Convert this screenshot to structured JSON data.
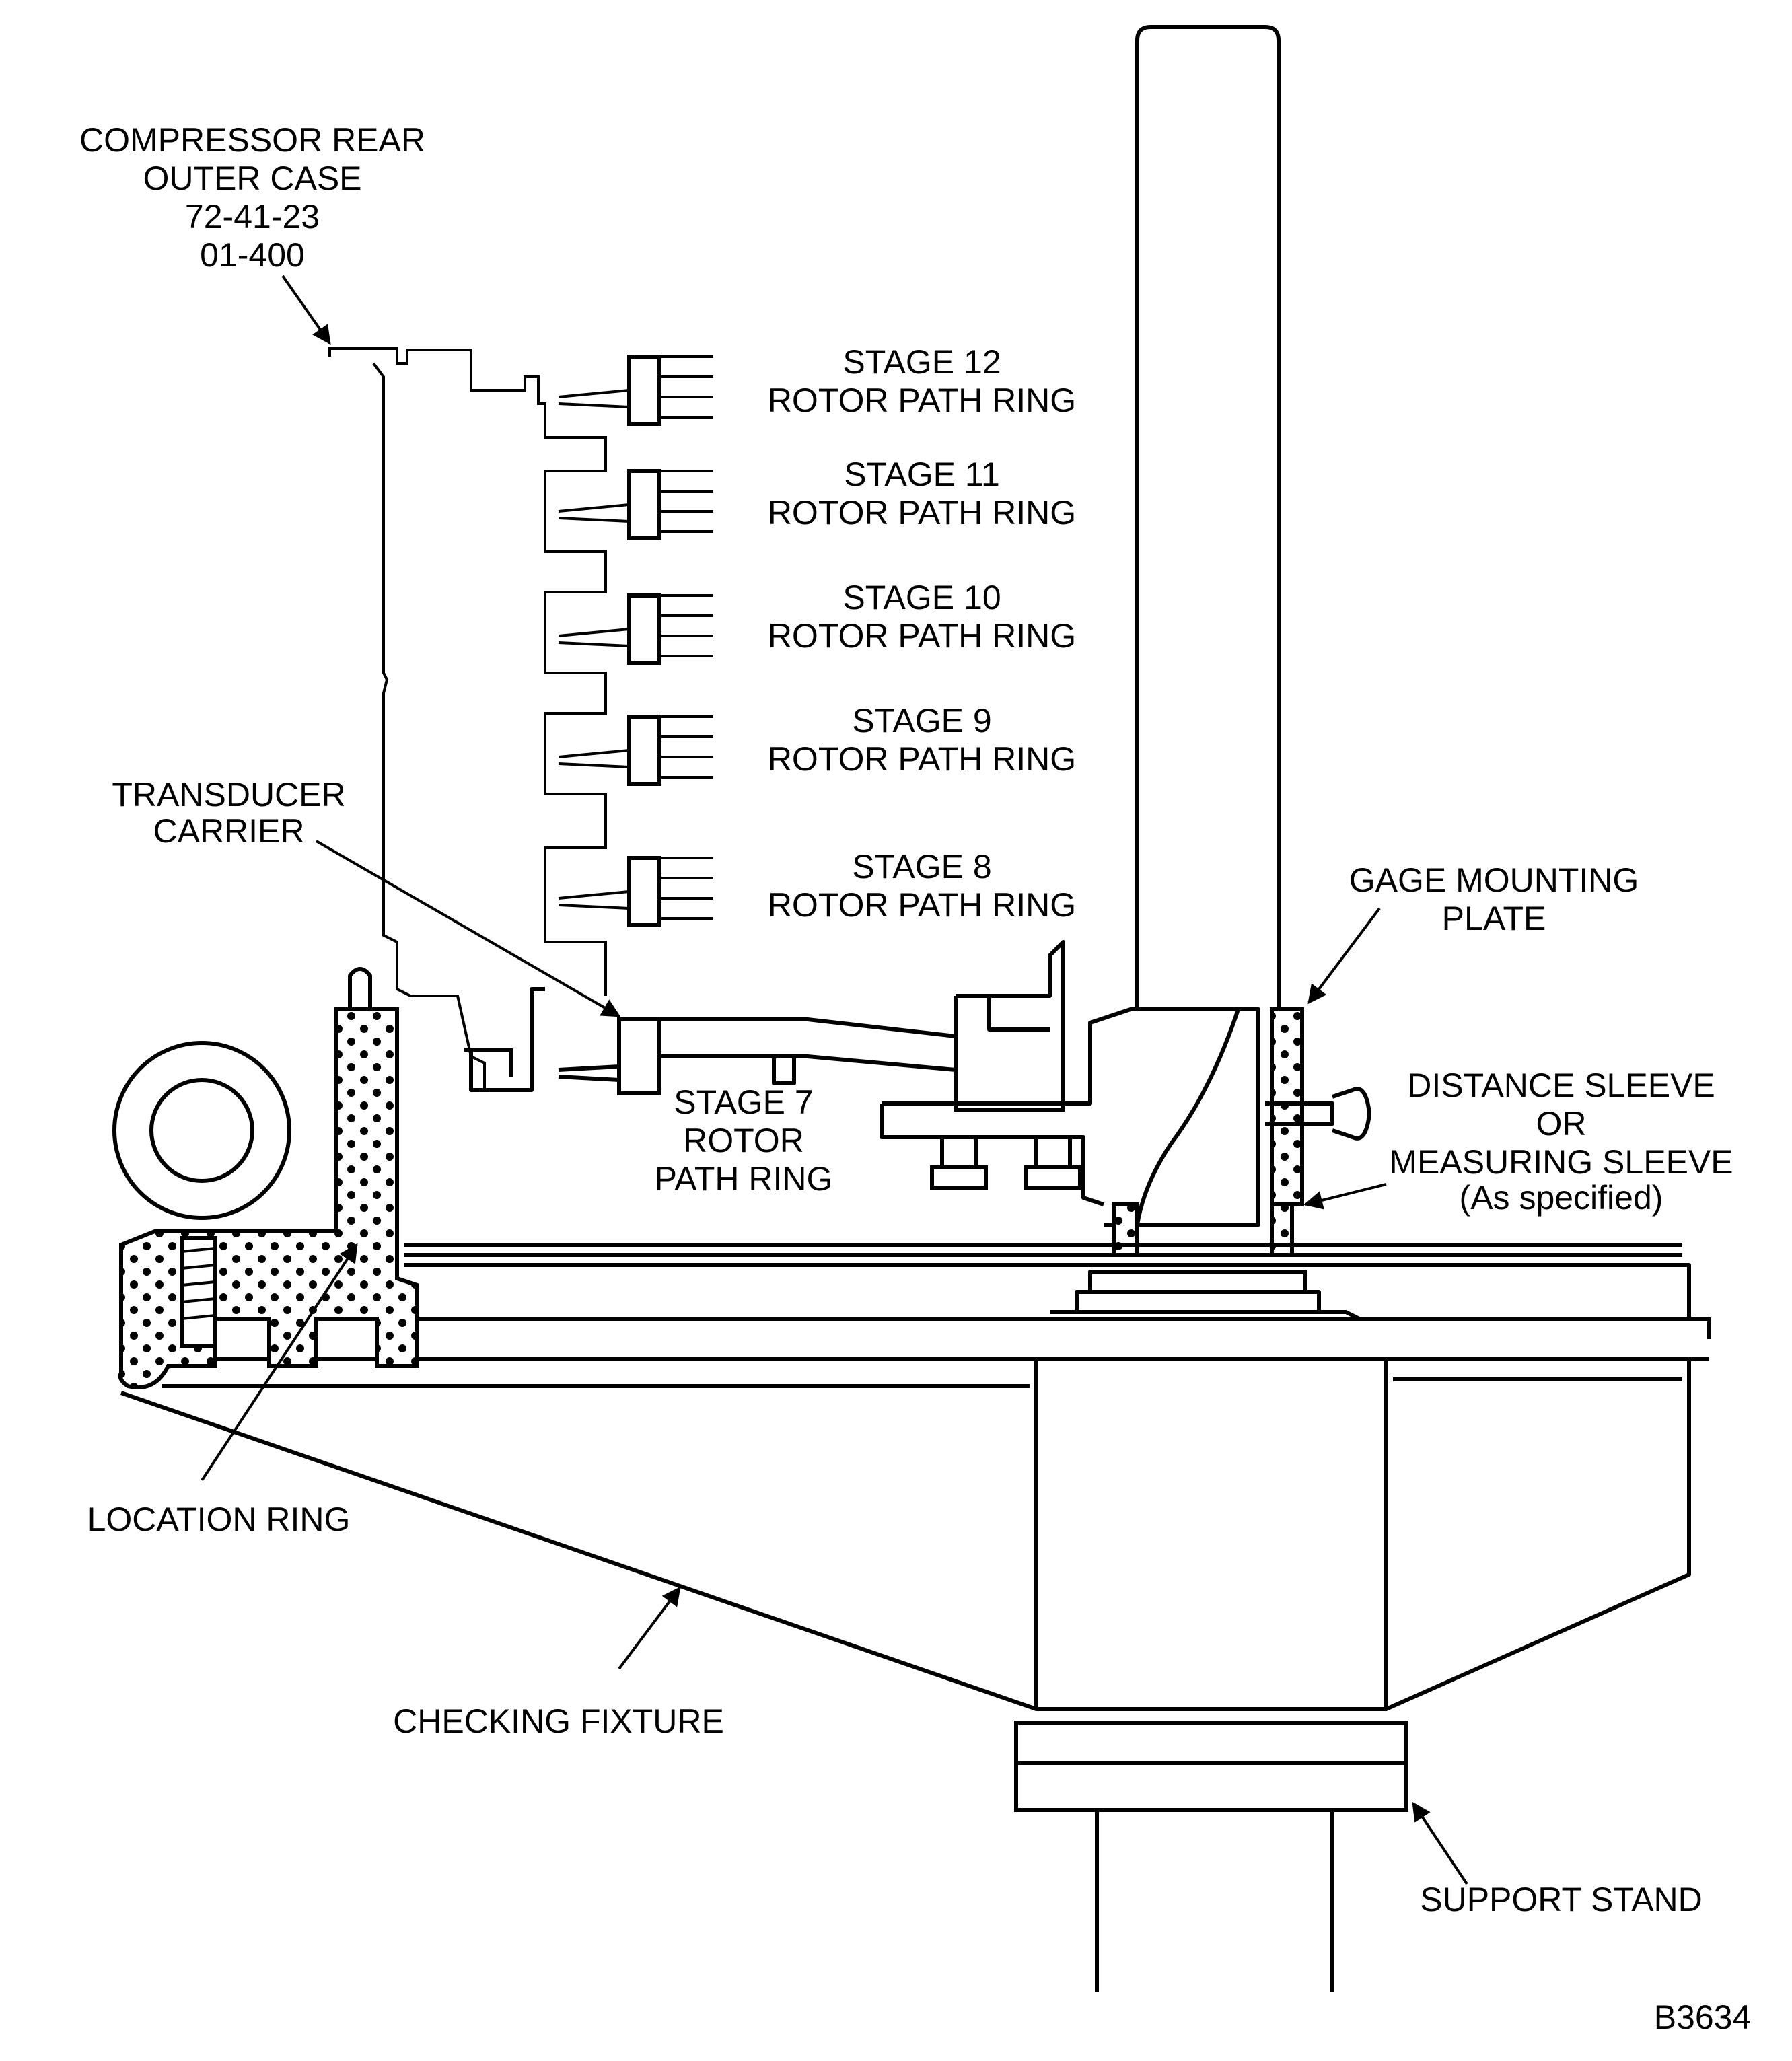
{
  "figure_id": "B3634",
  "labels": {
    "compressor_case": [
      "COMPRESSOR REAR",
      "OUTER CASE",
      "72-41-23",
      "01-400"
    ],
    "stage12": [
      "STAGE 12",
      "ROTOR PATH RING"
    ],
    "stage11": [
      "STAGE 11",
      "ROTOR PATH RING"
    ],
    "stage10": [
      "STAGE 10",
      "ROTOR PATH RING"
    ],
    "stage9": [
      "STAGE 9",
      "ROTOR PATH RING"
    ],
    "stage8": [
      "STAGE 8",
      "ROTOR PATH RING"
    ],
    "stage7": [
      "STAGE 7",
      "ROTOR",
      "PATH RING"
    ],
    "transducer_carrier": [
      "TRANSDUCER",
      "CARRIER"
    ],
    "gage_mounting_plate": [
      "GAGE MOUNTING",
      "PLATE"
    ],
    "distance_sleeve": [
      "DISTANCE SLEEVE",
      "OR",
      "MEASURING SLEEVE",
      "(As specified)"
    ],
    "location_ring": [
      "LOCATION RING"
    ],
    "checking_fixture": [
      "CHECKING FIXTURE"
    ],
    "support_stand": [
      "SUPPORT STAND"
    ]
  }
}
